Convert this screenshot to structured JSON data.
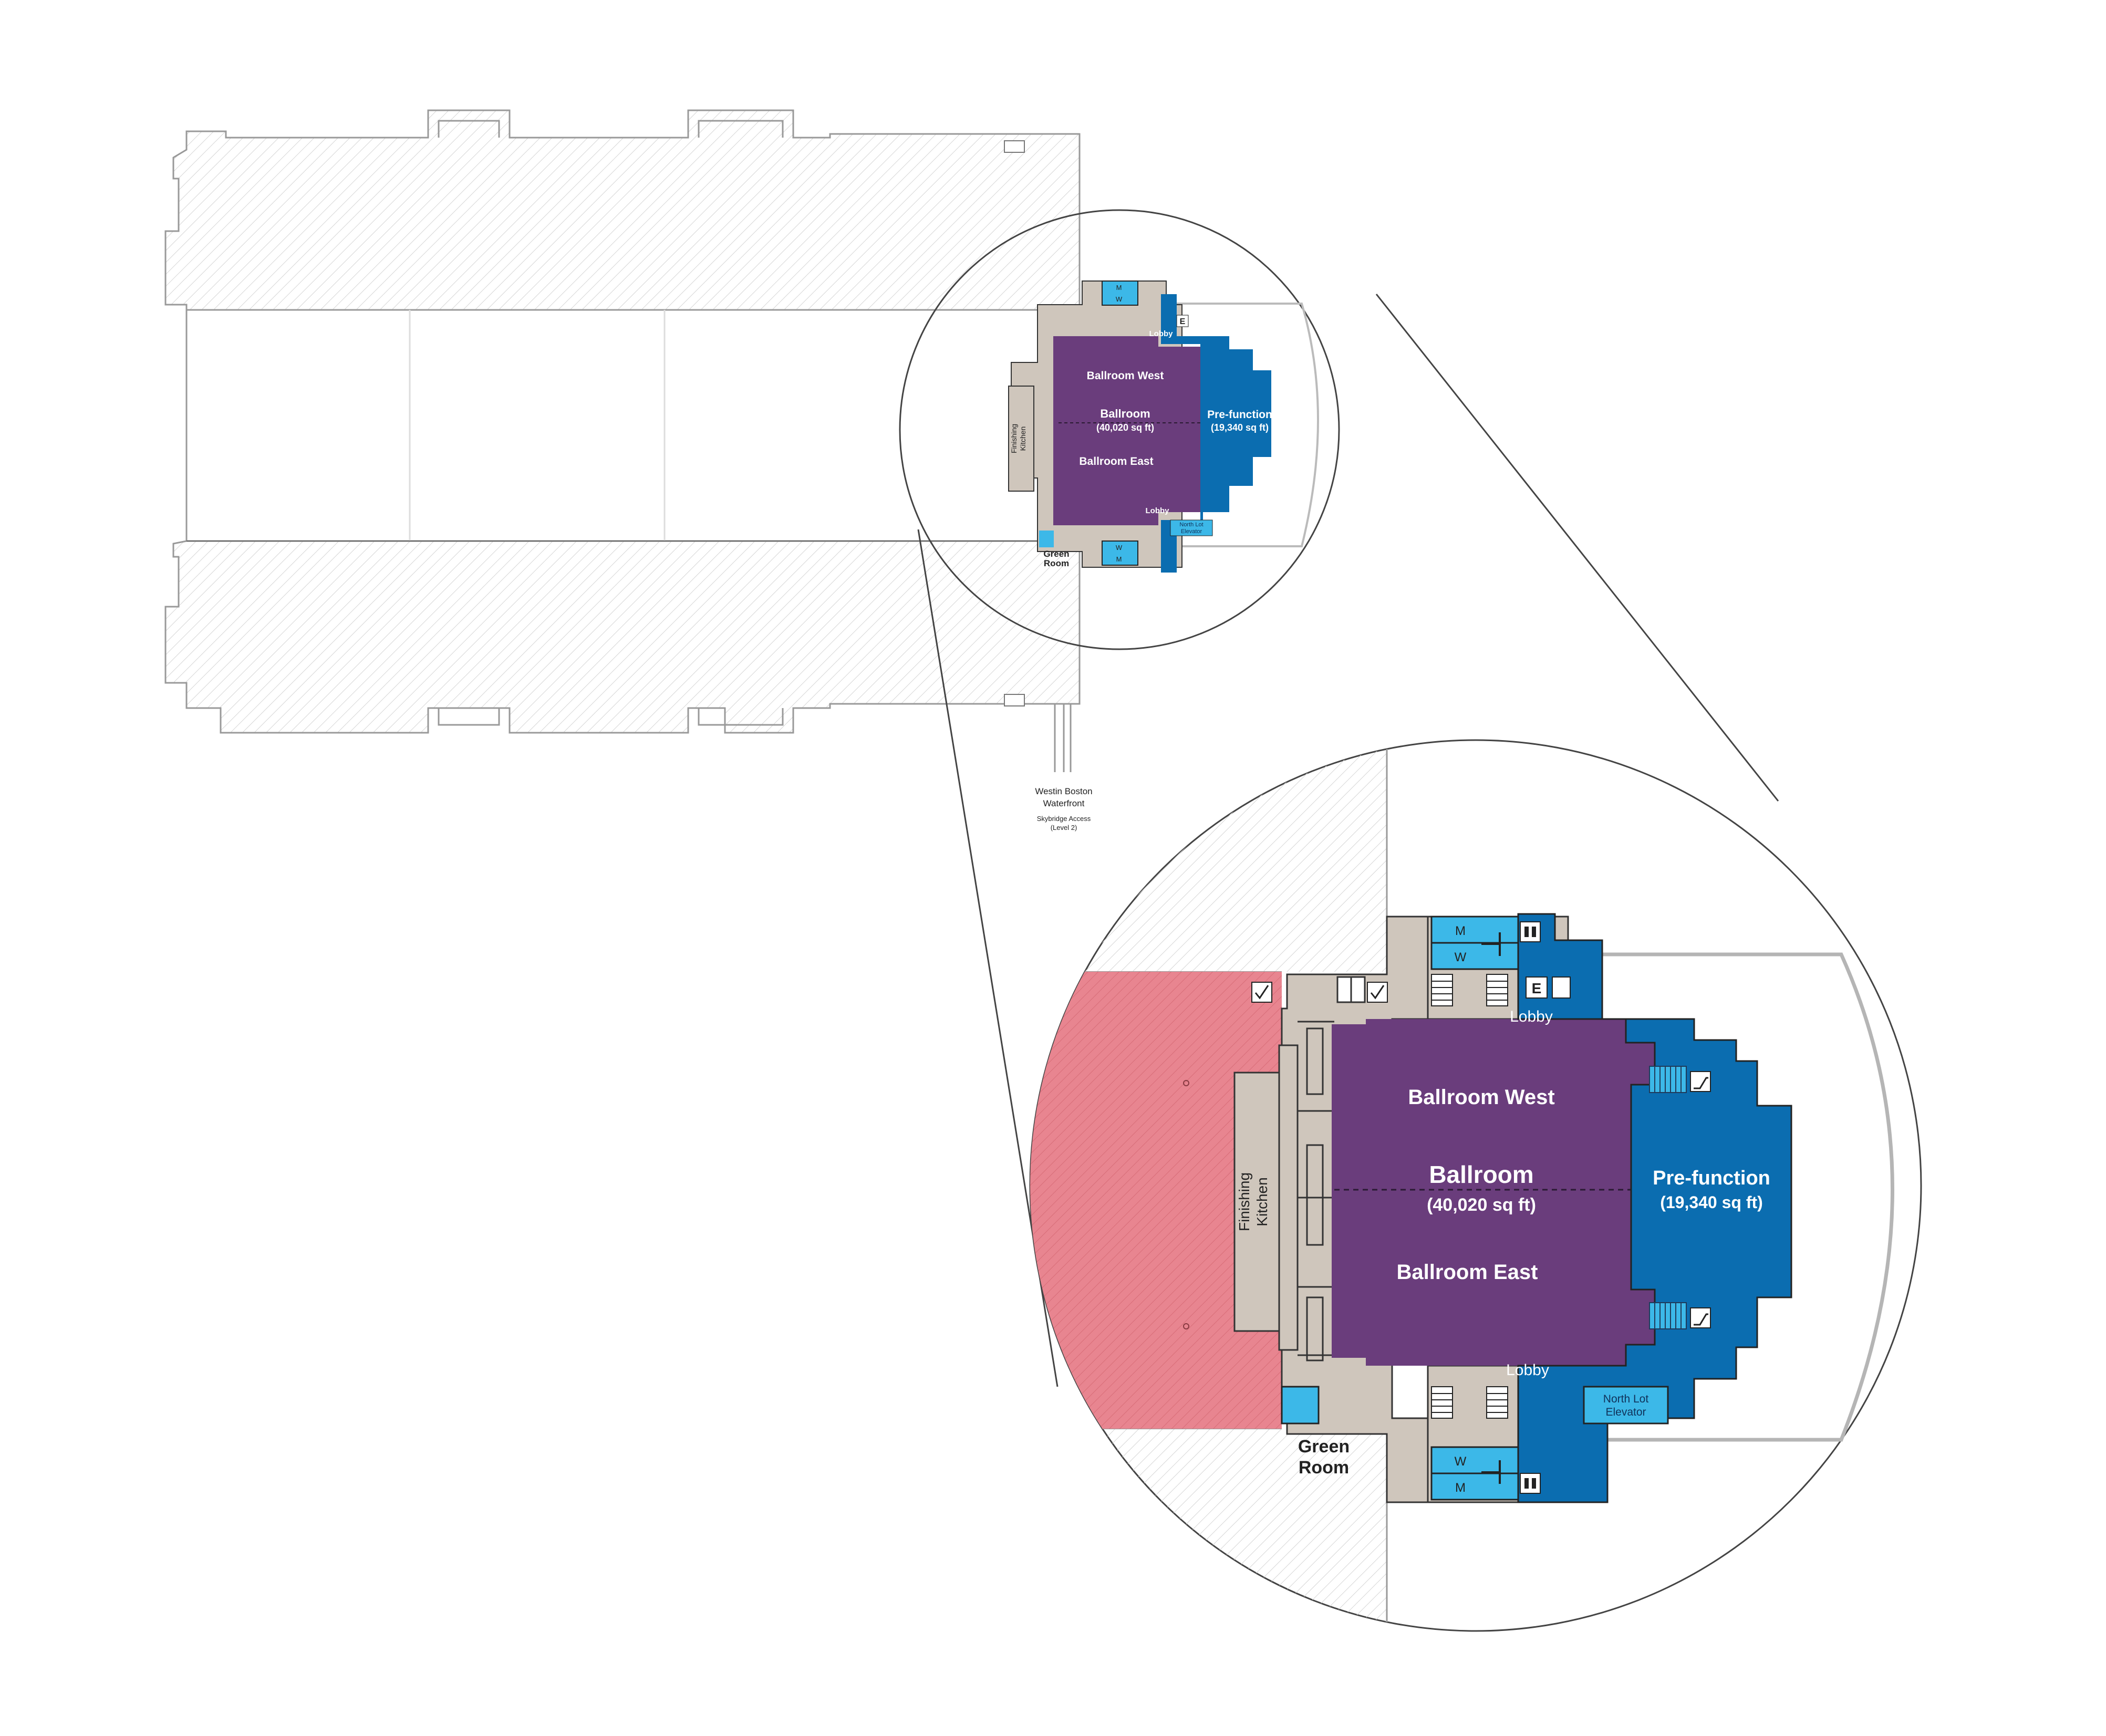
{
  "map": {
    "colors": {
      "ballroom": "#6a3d7c",
      "prefunction": "#0b6db0",
      "restroom": "#3cb8e8",
      "service": "#cfc6bc",
      "hatch_red": "#e8808a",
      "outline": "#999999",
      "dark_outline": "#222222"
    },
    "overview": {
      "ballroom_west": "Ballroom West",
      "ballroom": "Ballroom",
      "ballroom_area": "(40,020 sq ft)",
      "ballroom_east": "Ballroom East",
      "prefunction": "Pre-function",
      "prefunction_area": "(19,340 sq ft)",
      "finishing_kitchen_1": "Finishing",
      "finishing_kitchen_2": "Kitchen",
      "lobby_top": "Lobby",
      "lobby_bottom": "Lobby",
      "north_lot_1": "North Lot",
      "north_lot_2": "Elevator",
      "green_room_1": "Green",
      "green_room_2": "Room",
      "restroom_m": "M",
      "restroom_w": "W",
      "elevator": "E",
      "westin_1": "Westin Boston",
      "westin_2": "Waterfront",
      "skybridge_1": "Skybridge Access",
      "skybridge_2": "(Level 2)"
    },
    "detail": {
      "ballroom_west": "Ballroom West",
      "ballroom": "Ballroom",
      "ballroom_area": "(40,020 sq ft)",
      "ballroom_east": "Ballroom East",
      "prefunction": "Pre-function",
      "prefunction_area": "(19,340 sq ft)",
      "finishing_kitchen_1": "Finishing",
      "finishing_kitchen_2": "Kitchen",
      "lobby_top": "Lobby",
      "lobby_bottom": "Lobby",
      "north_lot_1": "North Lot",
      "north_lot_2": "Elevator",
      "green_room_1": "Green",
      "green_room_2": "Room",
      "restroom_m": "M",
      "restroom_w": "W",
      "elevator": "E"
    },
    "icons": [
      "restroom-icon",
      "elevator-icon",
      "escalator-icon",
      "service-elevator-icon"
    ]
  }
}
